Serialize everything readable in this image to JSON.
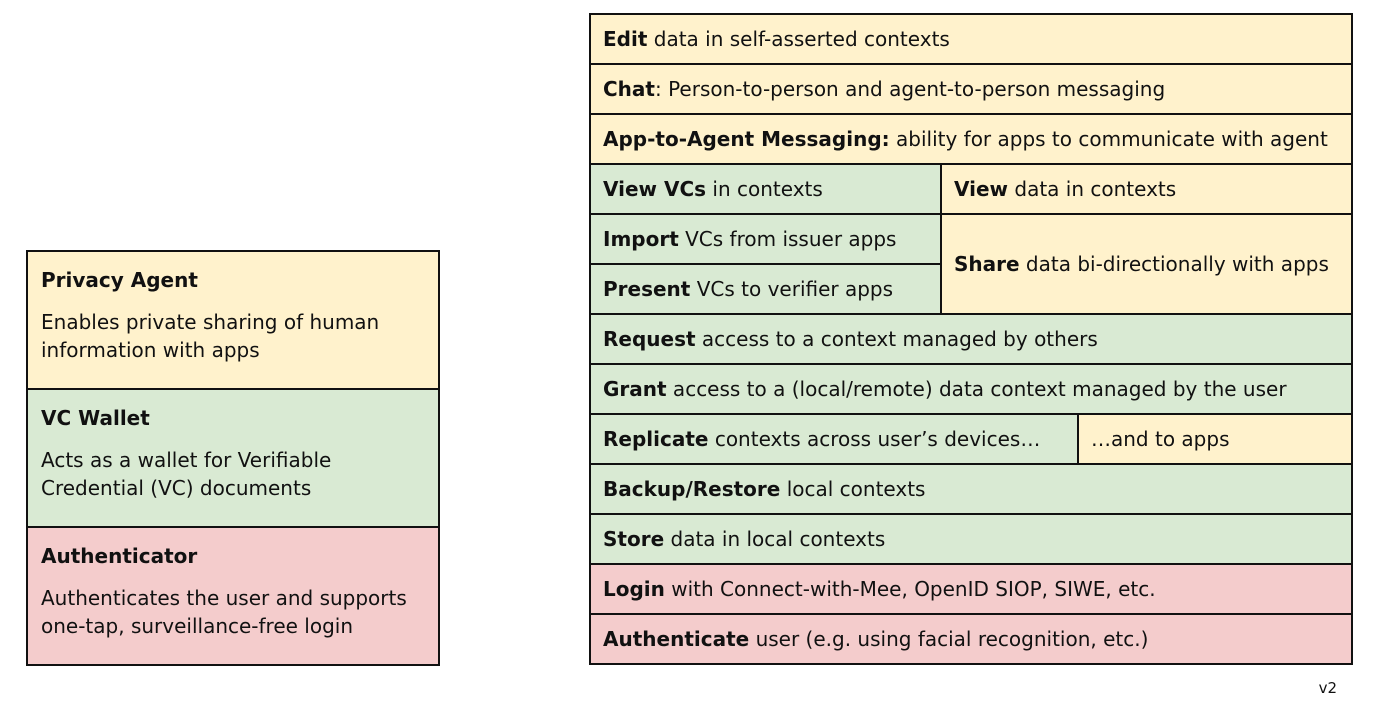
{
  "legend": [
    {
      "title": "Privacy Agent",
      "desc": "Enables private sharing of human information with apps",
      "color": "#fff2cc"
    },
    {
      "title": "VC Wallet",
      "desc": "Acts as a wallet for Verifiable Credential (VC) documents",
      "color": "#d9ead3"
    },
    {
      "title": "Authenticator",
      "desc": "Authenticates the user and supports one-tap, surveillance-free login",
      "color": "#f4cccc"
    }
  ],
  "stack": {
    "edit": {
      "bold": "Edit",
      "rest": " data in self-asserted contexts"
    },
    "chat": {
      "bold": "Chat",
      "rest": ": Person-to-person and agent-to-person messaging"
    },
    "app_agent": {
      "bold": "App-to-Agent Messaging:",
      "rest": " ability for apps to communicate with agent"
    },
    "view_vcs": {
      "bold": "View VCs",
      "rest": " in contexts"
    },
    "view_data": {
      "bold": "View",
      "rest": " data in contexts"
    },
    "import_vcs": {
      "bold": "Import",
      "rest": " VCs from issuer apps"
    },
    "present_vcs": {
      "bold": "Present",
      "rest": " VCs to verifier apps"
    },
    "share_data": {
      "bold": "Share",
      "rest": " data bi-directionally with apps"
    },
    "request": {
      "bold": "Request",
      "rest": " access to a context managed by others"
    },
    "grant": {
      "bold": "Grant",
      "rest": " access to a (local/remote) data context managed by the user"
    },
    "replicate": {
      "bold": "Replicate",
      "rest": " contexts across user’s devices…"
    },
    "and_apps": {
      "bold": "",
      "rest": "…and to apps"
    },
    "backup": {
      "bold": "Backup/Restore",
      "rest": " local contexts"
    },
    "store": {
      "bold": "Store",
      "rest": " data in local contexts"
    },
    "login": {
      "bold": "Login",
      "rest": " with Connect-with-Mee, OpenID SIOP, SIWE, etc."
    },
    "authenticate": {
      "bold": "Authenticate",
      "rest": " user (e.g. using facial recognition, etc.)"
    }
  },
  "version": "v2"
}
